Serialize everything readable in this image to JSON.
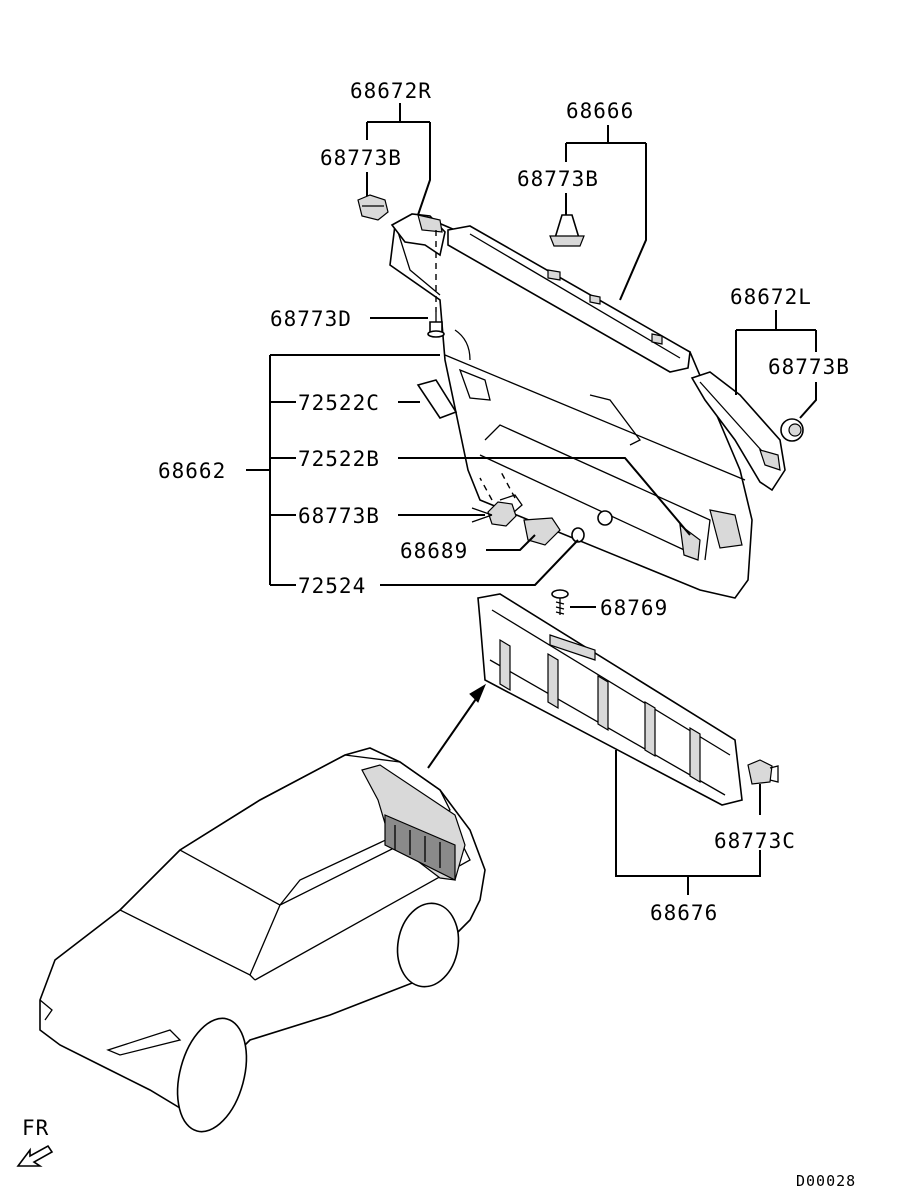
{
  "labels": {
    "p68672R": "68672R",
    "p68773B_top": "68773B",
    "p68666": "68666",
    "p68773B_mid": "68773B",
    "p68672L": "68672L",
    "p68773B_right": "68773B",
    "p68773D": "68773D",
    "p72522C": "72522C",
    "p68662": "68662",
    "p72522B": "72522B",
    "p68773B_low": "68773B",
    "p68689": "68689",
    "p72524": "72524",
    "p68769": "68769",
    "p68773C": "68773C",
    "p68676": "68676",
    "fr": "FR",
    "drawing_code": "D00028"
  }
}
